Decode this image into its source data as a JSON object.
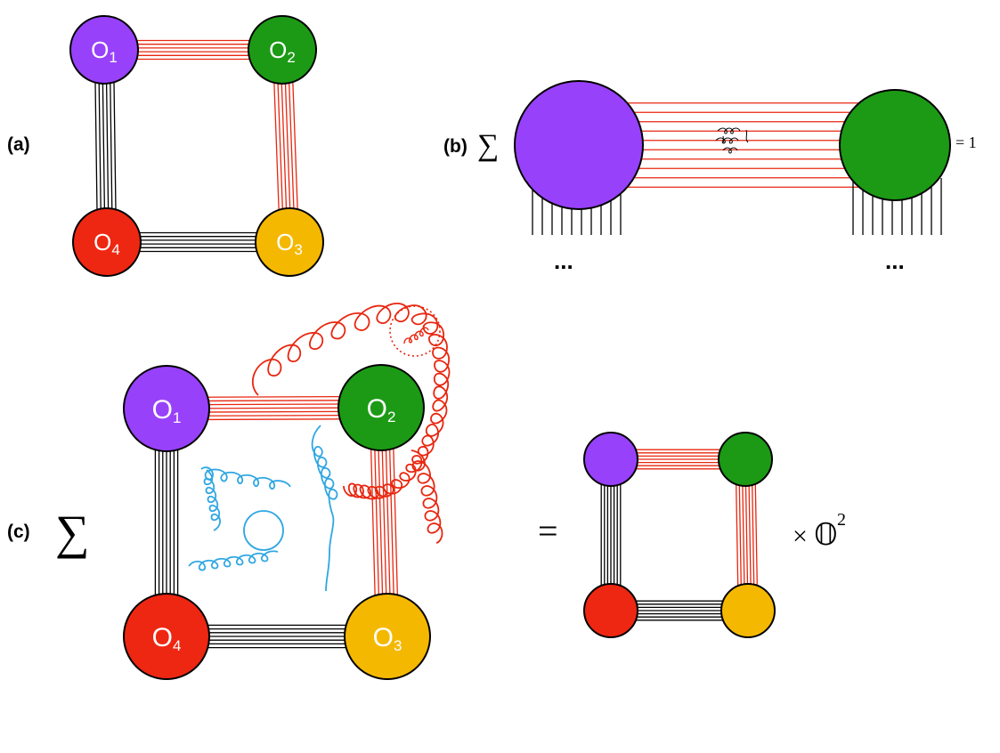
{
  "colors": {
    "o1": "#9841fb",
    "o2": "#1c9a15",
    "o3": "#f5b800",
    "o4": "#ee2712",
    "red_line": "#e8260f",
    "black_line": "#000000",
    "blue_gluon": "#2fa7e2"
  },
  "panel_a": {
    "label": "(a)",
    "nodes": [
      {
        "letter": "O",
        "index": "1"
      },
      {
        "letter": "O",
        "index": "2"
      },
      {
        "letter": "O",
        "index": "3"
      },
      {
        "letter": "O",
        "index": "4"
      }
    ]
  },
  "panel_b": {
    "label": "(b)",
    "sum_symbol": "∑",
    "equals_text": "= 1",
    "left_ellipsis": "...",
    "right_ellipsis": "..."
  },
  "panel_c": {
    "label": "(c)",
    "sum_symbol": "∑",
    "equals": "=",
    "nodes": [
      {
        "letter": "O",
        "index": "1"
      },
      {
        "letter": "O",
        "index": "2"
      },
      {
        "letter": "O",
        "index": "3"
      },
      {
        "letter": "O",
        "index": "4"
      }
    ],
    "times": "×",
    "factor": "𝕆",
    "exponent": "2"
  },
  "icons": {
    "gluon": "coil-spring-icon",
    "bundle": "parallel-lines-icon"
  }
}
